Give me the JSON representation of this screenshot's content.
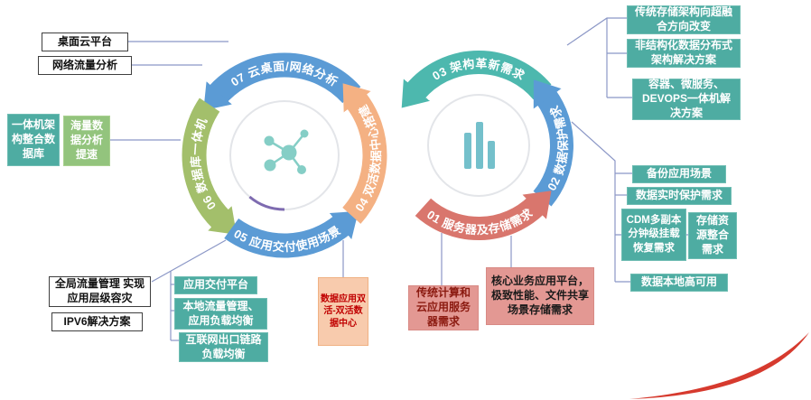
{
  "arcs": {
    "a07": "07 云桌面/网络分析",
    "a06": "06 数据库一体机",
    "a05": "05 应用交付使用场景",
    "a04": "04 双活数据中心搭建",
    "a03": "03 架构革新需求",
    "a02": "02 数据保护需求",
    "a01": "01 服务器及存储需求"
  },
  "boxes": {
    "desktop_cloud": "桌面云平台",
    "network_traffic": "网络流量分析",
    "aio_arch": "一体机架构整合数据库",
    "massive_data": "海量数据分析提速",
    "global_traffic": "全局流量管理 实现应用层级容灾",
    "ipv6": "IPV6解决方案",
    "app_delivery": "应用交付平台",
    "local_traffic": "本地流量管理、应用负载均衡",
    "internet_link": "互联网出口链路负载均衡",
    "dual_active": "数据应用双活-双活数据中心",
    "traditional_compute": "传统计算和云应用服务器需求",
    "core_business": "核心业务应用平台，极致性能、文件共享场景存储需求",
    "hyperconverged": "传统存储架构向超融合方向改变",
    "unstructured": "非结构化数据分布式架构解决方案",
    "container": "容器、微服务、DEVOPS一体机解决方案",
    "backup": "备份应用场景",
    "realtime": "数据实时保护需求",
    "cdm": "CDM多副本分钟级挂载恢复需求",
    "storage_integration": "存储资源整合需求",
    "local_ha": "数据本地高可用"
  },
  "icons": {
    "left_center": "molecule-icon",
    "right_center": "bar-chart-icon",
    "corner": "swoosh-icon"
  },
  "colors": {
    "arc_blue": "#5b9bd5",
    "arc_green": "#a3bf6b",
    "arc_orange": "#f4b183",
    "arc_teal": "#4db8ae",
    "arc_red": "#d9766d",
    "box_teal": "#4eaca2",
    "box_green": "#93c47d",
    "box_pink": "#e39893",
    "box_peach": "#f8cbad",
    "swoosh_red": "#d63a2e",
    "connector": "#8b97c6"
  }
}
